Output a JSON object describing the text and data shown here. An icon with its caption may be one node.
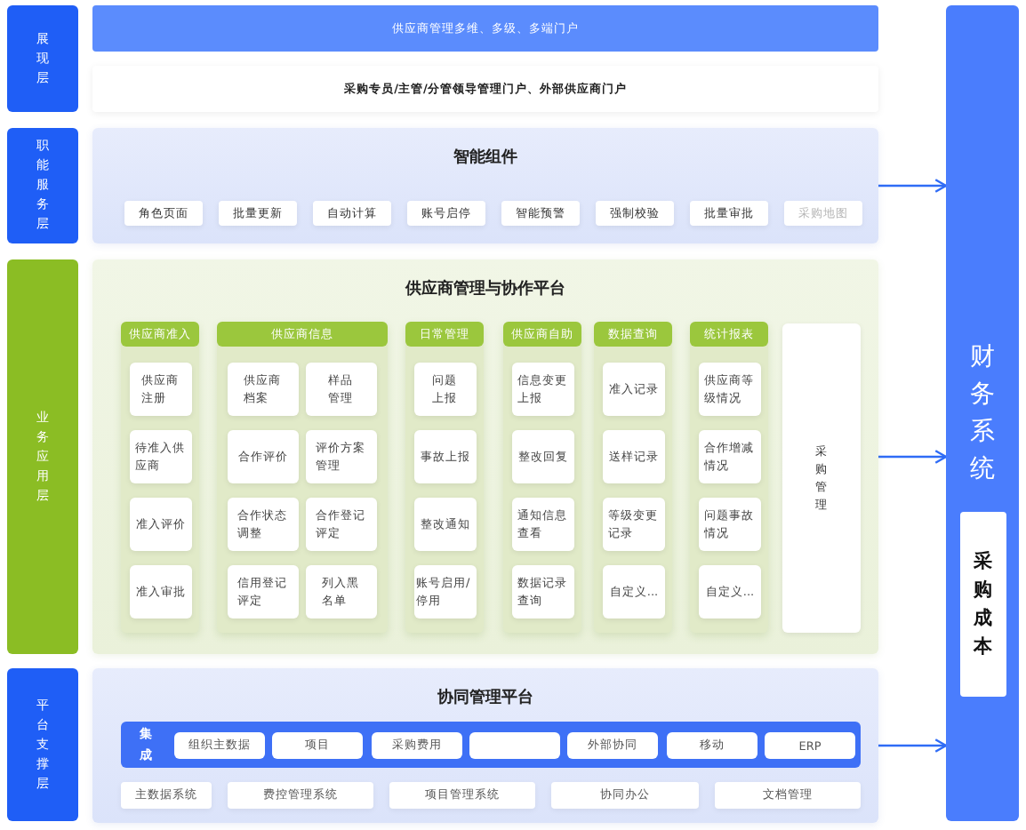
{
  "diagram": {
    "nodes": [
      {
        "text": [
          "展现层"
        ]
      },
      {
        "text": [
          "供应商管理多维、多级、多端门户"
        ]
      },
      {
        "text": [
          "采购专员/主管/分管领导管理门户、外部供应商门户"
        ]
      },
      {
        "text": [
          "职能服务层"
        ]
      },
      {
        "text": [
          "智能组件"
        ]
      },
      {
        "text": [
          "角色页面"
        ],
        "in": 4
      },
      {
        "text": [
          "批量更新"
        ],
        "in": 4
      },
      {
        "text": [
          "自动计算"
        ],
        "in": 4
      },
      {
        "text": [
          "账号启停"
        ],
        "in": 4
      },
      {
        "text": [
          "智能预警"
        ],
        "in": 4
      },
      {
        "text": [
          "强制校验"
        ],
        "in": 4
      },
      {
        "text": [
          "批量审批"
        ],
        "in": 4
      },
      {
        "text": [
          "采购地图"
        ],
        "in": 4
      },
      {
        "text": [
          "业务应用层"
        ]
      },
      {
        "text": [
          "供应商管理与协作平台"
        ]
      },
      {
        "text": [
          "供应商准入"
        ],
        "in": 14
      },
      {
        "text": [
          "供应商注册"
        ],
        "in": 15
      },
      {
        "text": [
          "待准入供应商"
        ],
        "in": 15
      },
      {
        "text": [
          "准入评价"
        ],
        "in": 15
      },
      {
        "text": [
          "准入审批"
        ],
        "in": 15
      },
      {
        "text": [
          "供应商信息"
        ],
        "in": 14
      },
      {
        "text": [
          "供应商档案"
        ],
        "in": 20
      },
      {
        "text": [
          "样品管理"
        ],
        "in": 20
      },
      {
        "text": [
          "合作评价"
        ],
        "in": 20
      },
      {
        "text": [
          "评价方案管理"
        ],
        "in": 20
      },
      {
        "text": [
          "合作状态调整"
        ],
        "in": 20
      },
      {
        "text": [
          "合作登记评定"
        ],
        "in": 20
      },
      {
        "text": [
          "信用登记评定"
        ],
        "in": 20
      },
      {
        "text": [
          "列入黑名单"
        ],
        "in": 20
      },
      {
        "text": [
          "日常管理"
        ],
        "in": 14
      },
      {
        "text": [
          "问题上报"
        ],
        "in": 29
      },
      {
        "text": [
          "事故上报"
        ],
        "in": 29
      },
      {
        "text": [
          "整改通知"
        ],
        "in": 29
      },
      {
        "text": [
          "账号启用/停用"
        ],
        "in": 29
      },
      {
        "text": [
          "供应商自助"
        ],
        "in": 14
      },
      {
        "text": [
          "信息变更上报"
        ],
        "in": 34
      },
      {
        "text": [
          "整改回复"
        ],
        "in": 34
      },
      {
        "text": [
          "通知信息查看"
        ],
        "in": 34
      },
      {
        "text": [
          "数据记录查询"
        ],
        "in": 34
      },
      {
        "text": [
          "数据查询"
        ],
        "in": 14
      },
      {
        "text": [
          "准入记录"
        ],
        "in": 39
      },
      {
        "text": [
          "送样记录"
        ],
        "in": 39
      },
      {
        "text": [
          "等级变更记录"
        ],
        "in": 39
      },
      {
        "text": [
          "自定义..."
        ],
        "in": 39
      },
      {
        "text": [
          "统计报表"
        ],
        "in": 14
      },
      {
        "text": [
          "供应商等级情况"
        ],
        "in": 44
      },
      {
        "text": [
          "合作增减情况"
        ],
        "in": 44
      },
      {
        "text": [
          "问题事故情况"
        ],
        "in": 44
      },
      {
        "text": [
          "自定义..."
        ],
        "in": 44
      },
      {
        "text": [
          "采购管理"
        ],
        "in": 14
      },
      {
        "text": [
          "平台支撑层"
        ]
      },
      {
        "text": [
          "协同管理平台"
        ]
      },
      {
        "text": [
          "集成"
        ],
        "in": 51
      },
      {
        "text": [
          "组织主数据"
        ],
        "in": 52
      },
      {
        "text": [
          "项目"
        ],
        "in": 52
      },
      {
        "text": [
          "采购费用"
        ],
        "in": 52
      },
      {
        "text": [],
        "shape": "box",
        "in": 52
      },
      {
        "text": [
          "外部协同"
        ],
        "in": 52
      },
      {
        "text": [
          "移动"
        ],
        "in": 52
      },
      {
        "text": [
          "ERP"
        ],
        "in": 52
      },
      {
        "text": [
          "主数据系统"
        ],
        "in": 51
      },
      {
        "text": [
          "费控管理系统"
        ],
        "in": 51
      },
      {
        "text": [
          "项目管理系统"
        ],
        "in": 51
      },
      {
        "text": [
          "协同办公"
        ],
        "in": 51
      },
      {
        "text": [
          "文档管理"
        ],
        "in": 51
      },
      {
        "text": [
          "财务系统"
        ]
      },
      {
        "text": [
          "采购成本"
        ],
        "in": 65
      }
    ],
    "edges": [
      {
        "from": 4,
        "to": 65,
        "arrow": "to"
      },
      {
        "from": 14,
        "to": 65,
        "arrow": "to"
      },
      {
        "from": 51,
        "to": 65,
        "arrow": "to"
      }
    ]
  }
}
